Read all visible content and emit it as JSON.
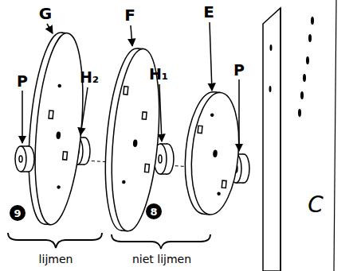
{
  "diagram": {
    "labels": [
      "P",
      "G",
      "H₂",
      "F",
      "H₁",
      "E",
      "P",
      "C",
      "9",
      "8",
      "lijmen",
      "niet lijmen"
    ]
  }
}
